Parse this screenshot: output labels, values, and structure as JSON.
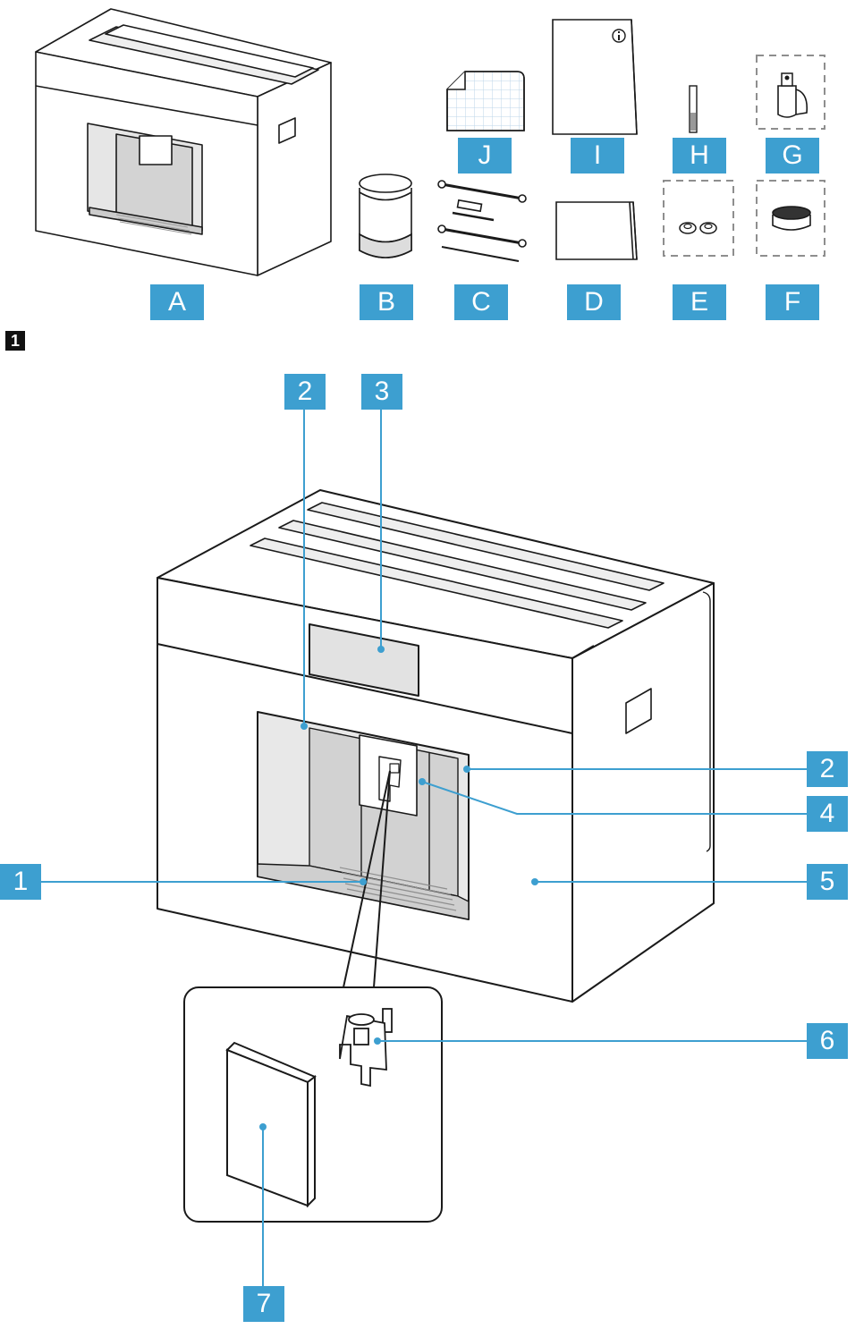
{
  "colors": {
    "accent": "#3d9fd0",
    "line": "#3d9fd0",
    "outline": "#1a1a1a",
    "panel": "#e6e6e6",
    "window": "#cfcfcf"
  },
  "accessories": {
    "A": "A",
    "B": "B",
    "C": "C",
    "D": "D",
    "E": "E",
    "F": "F",
    "G": "G",
    "H": "H",
    "I": "I",
    "J": "J"
  },
  "figure_number": "1",
  "callouts": {
    "n1": "1",
    "n2a": "2",
    "n2b": "2",
    "n3": "3",
    "n4": "4",
    "n5": "5",
    "n6": "6",
    "n7": "7"
  },
  "icons": {
    "manual_info": "info-icon"
  }
}
